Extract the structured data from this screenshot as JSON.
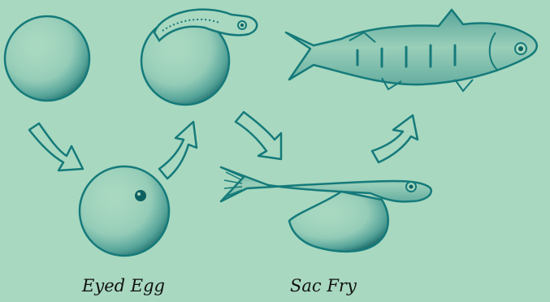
{
  "colors": {
    "background": "#a8d8c0",
    "ink": "#157a7a",
    "shade": "#0d6060",
    "text": "#111111"
  },
  "captions": {
    "eyed_egg": "Eyed Egg",
    "sac_fry": "Sac Fry"
  },
  "icons": [
    "egg",
    "hatching-egg",
    "eyed-egg",
    "sac-fry",
    "juvenile-fish",
    "curved-arrow"
  ]
}
